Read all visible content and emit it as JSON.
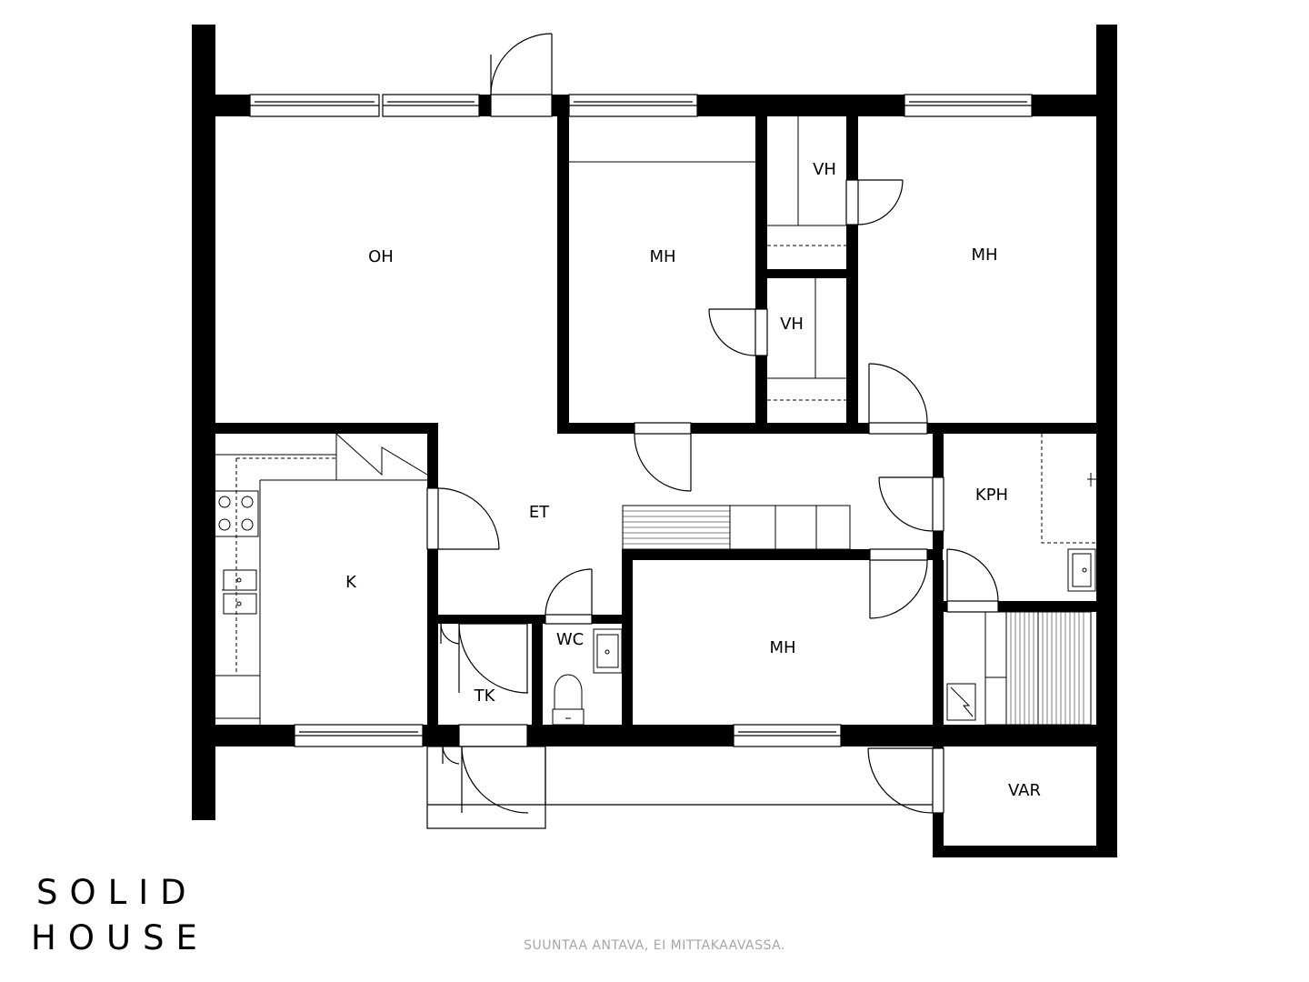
{
  "rooms": {
    "oh": "OH",
    "mh_center": "MH",
    "vh_top": "VH",
    "vh_lower": "VH",
    "mh_right": "MH",
    "et": "ET",
    "k": "K",
    "kph": "KPH",
    "wc": "WC",
    "tk": "TK",
    "mh_bottom": "MH",
    "var": "VAR"
  },
  "logo": {
    "line1": "SOLID",
    "line2": "HOUSE"
  },
  "disclaimer": "SUUNTAA ANTAVA, EI MITTAKAAVASSA.",
  "colors": {
    "wall": "#000000",
    "text": "#000000",
    "disclaimer": "#a6a6a6",
    "background": "#ffffff"
  }
}
